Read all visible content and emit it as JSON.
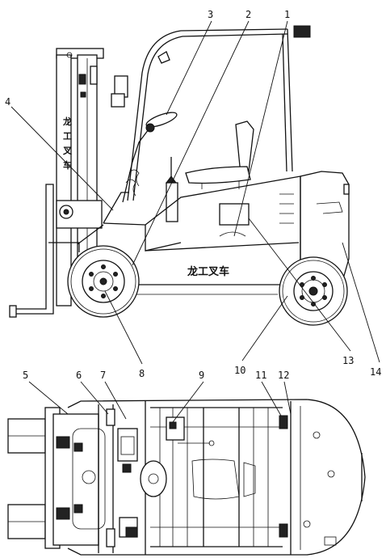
{
  "brand_text": "龙工叉车",
  "brand_chars": [
    "龙",
    "工",
    "叉",
    "车"
  ],
  "callouts": [
    {
      "id": "1",
      "label": "1"
    },
    {
      "id": "2",
      "label": "2"
    },
    {
      "id": "3",
      "label": "3"
    },
    {
      "id": "4",
      "label": "4"
    },
    {
      "id": "5",
      "label": "5"
    },
    {
      "id": "6",
      "label": "6"
    },
    {
      "id": "7",
      "label": "7"
    },
    {
      "id": "8",
      "label": "8"
    },
    {
      "id": "9",
      "label": "9"
    },
    {
      "id": "10",
      "label": "10"
    },
    {
      "id": "11",
      "label": "11"
    },
    {
      "id": "12",
      "label": "12"
    },
    {
      "id": "13",
      "label": "13"
    },
    {
      "id": "14",
      "label": "14"
    }
  ]
}
